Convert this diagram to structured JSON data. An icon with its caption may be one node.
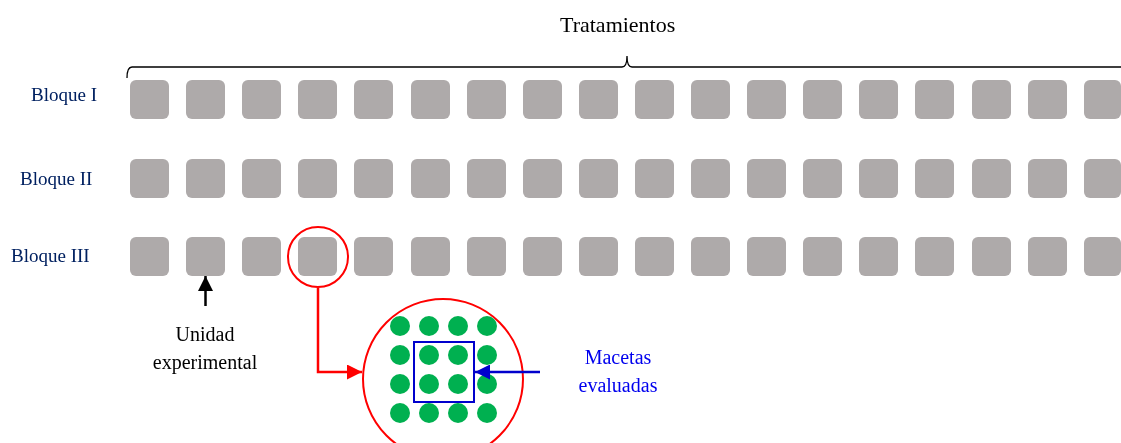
{
  "diagram": {
    "nodes": [
      {
        "text": [],
        "shape": "box"
      },
      {
        "text": [],
        "shape": "box"
      },
      {
        "text": [],
        "shape": "box"
      },
      {
        "text": [],
        "shape": "box"
      },
      {
        "text": [],
        "shape": "box"
      },
      {
        "text": [],
        "shape": "box"
      },
      {
        "text": [],
        "shape": "box"
      },
      {
        "text": [],
        "shape": "box"
      },
      {
        "text": [],
        "shape": "box"
      },
      {
        "text": [],
        "shape": "box"
      },
      {
        "text": [],
        "shape": "box"
      },
      {
        "text": [],
        "shape": "box"
      },
      {
        "text": [],
        "shape": "box"
      },
      {
        "text": [],
        "shape": "box"
      },
      {
        "text": [],
        "shape": "box"
      },
      {
        "text": [],
        "shape": "box"
      },
      {
        "text": [],
        "shape": "box"
      },
      {
        "text": [],
        "shape": "box"
      },
      {
        "text": [],
        "shape": "box"
      },
      {
        "text": [],
        "shape": "box"
      },
      {
        "text": [],
        "shape": "box"
      },
      {
        "text": [],
        "shape": "box"
      },
      {
        "text": [],
        "shape": "box"
      },
      {
        "text": [],
        "shape": "box"
      },
      {
        "text": [],
        "shape": "box"
      },
      {
        "text": [],
        "shape": "box"
      },
      {
        "text": [],
        "shape": "box"
      },
      {
        "text": [],
        "shape": "box"
      },
      {
        "text": [],
        "shape": "box"
      },
      {
        "text": [],
        "shape": "box"
      },
      {
        "text": [],
        "shape": "box"
      },
      {
        "text": [],
        "shape": "box"
      },
      {
        "text": [],
        "shape": "box"
      },
      {
        "text": [],
        "shape": "box"
      },
      {
        "text": [],
        "shape": "box"
      },
      {
        "text": [],
        "shape": "box"
      },
      {
        "text": [],
        "shape": "box"
      },
      {
        "text": [],
        "shape": "box"
      },
      {
        "text": [],
        "shape": "box"
      },
      {
        "text": [],
        "shape": "box",
        "in": 54
      },
      {
        "text": [],
        "shape": "box"
      },
      {
        "text": [],
        "shape": "box"
      },
      {
        "text": [],
        "shape": "box"
      },
      {
        "text": [],
        "shape": "box"
      },
      {
        "text": [],
        "shape": "box"
      },
      {
        "text": [],
        "shape": "box"
      },
      {
        "text": [],
        "shape": "box"
      },
      {
        "text": [],
        "shape": "box"
      },
      {
        "text": [],
        "shape": "box"
      },
      {
        "text": [],
        "shape": "box"
      },
      {
        "text": [],
        "shape": "box"
      },
      {
        "text": [],
        "shape": "box"
      },
      {
        "text": [],
        "shape": "box"
      },
      {
        "text": [],
        "shape": "box"
      },
      {
        "text": [],
        "shape": "circle"
      },
      {
        "text": [
          "Unidad experimental"
        ]
      },
      {
        "text": [],
        "shape": "circle"
      },
      {
        "text": [],
        "shape": "box",
        "in": 56
      },
      {
        "text": [
          "Macetas evaluadas"
        ]
      }
    ],
    "edges": [
      {
        "from": 55,
        "to": 37,
        "arrow": "to"
      },
      {
        "from": 54,
        "to": 56,
        "arrow": "to",
        "color": "#ff0000"
      },
      {
        "from": 58,
        "to": 57,
        "arrow": "to",
        "color": "#0000cc"
      }
    ],
    "labels": [
      "Tratamientos",
      "Bloque I",
      "Bloque II",
      "Bloque III"
    ]
  }
}
